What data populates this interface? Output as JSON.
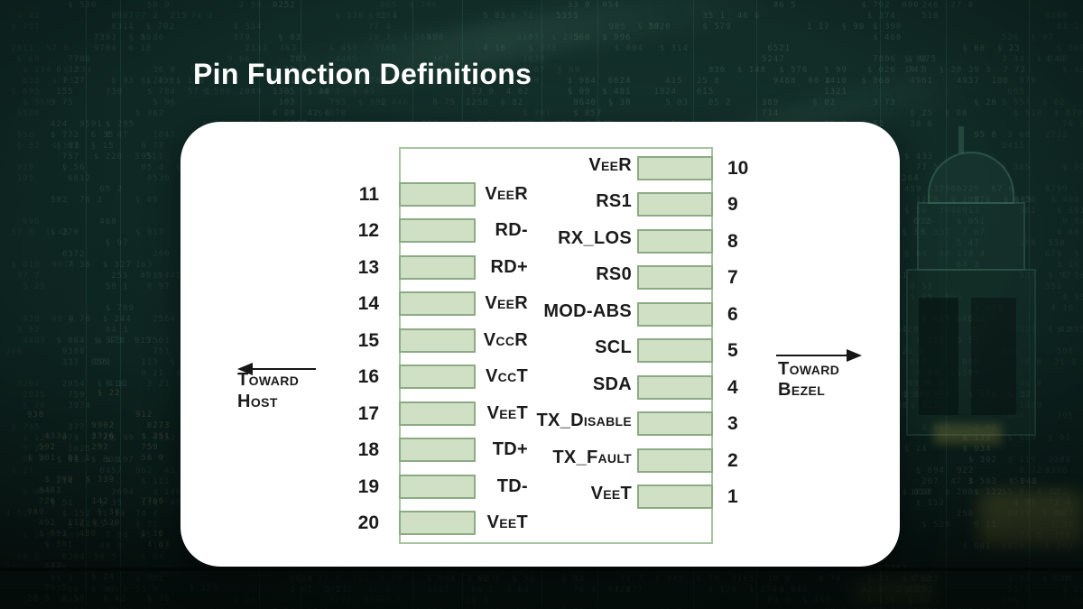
{
  "title": "Pin Function Definitions",
  "card": {
    "left_pins": [
      {
        "number": "11",
        "label": "VeeR"
      },
      {
        "number": "12",
        "label": "RD-"
      },
      {
        "number": "13",
        "label": "RD+"
      },
      {
        "number": "14",
        "label": "VeeR"
      },
      {
        "number": "15",
        "label": "VccR"
      },
      {
        "number": "16",
        "label": "VccT"
      },
      {
        "number": "17",
        "label": "VeeT"
      },
      {
        "number": "18",
        "label": "TD+"
      },
      {
        "number": "19",
        "label": "TD-"
      },
      {
        "number": "20",
        "label": "VeeT"
      }
    ],
    "right_pins": [
      {
        "number": "10",
        "label": "VeeR"
      },
      {
        "number": "9",
        "label": "RS1"
      },
      {
        "number": "8",
        "label": "RX_LOS"
      },
      {
        "number": "7",
        "label": "RS0"
      },
      {
        "number": "6",
        "label": "MOD-ABS"
      },
      {
        "number": "5",
        "label": "SCL"
      },
      {
        "number": "4",
        "label": "SDA"
      },
      {
        "number": "3",
        "label": "TX_Disable"
      },
      {
        "number": "2",
        "label": "TX_Fault"
      },
      {
        "number": "1",
        "label": "VeeT"
      }
    ],
    "toward_host": {
      "line1": "Toward",
      "line2": "Host"
    },
    "toward_bezel": {
      "line1": "Toward",
      "line2": "Bezel"
    }
  },
  "colors": {
    "background_base": "#0d2420",
    "card_bg": "#ffffff",
    "title_color": "#ffffff",
    "ink": "#1b1b1b",
    "box_border": "#a6c49e",
    "pad_fill": "#cfe0c4",
    "pad_border": "#8cab84",
    "arrow_color": "#161616"
  }
}
